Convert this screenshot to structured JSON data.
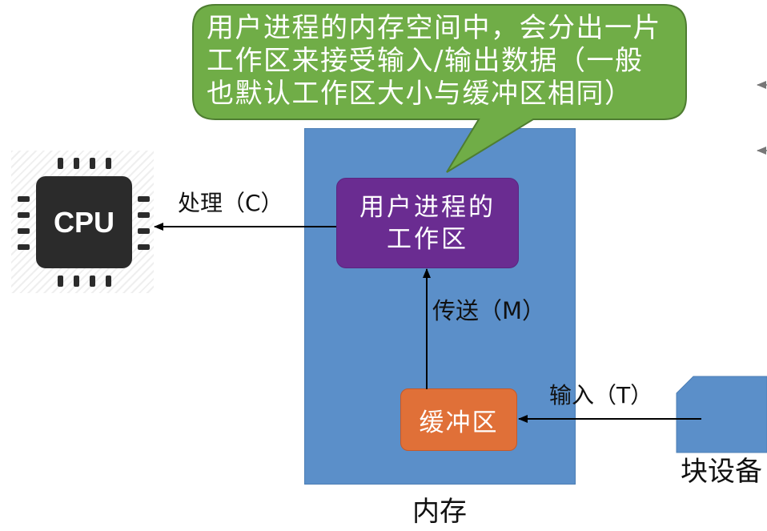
{
  "bubble": {
    "lines": [
      "用户进程的内存空间中，会分出一片",
      "工作区来接受输入/输出数据（一般",
      "也默认工作区大小与缓冲区相同）"
    ]
  },
  "cpu": {
    "label": "CPU"
  },
  "workspace": {
    "lines": [
      "用户进程的",
      "工作区"
    ]
  },
  "buffer": {
    "label": "缓冲区"
  },
  "memory": {
    "label": "内存"
  },
  "device": {
    "label": "块设备"
  },
  "arrows": {
    "process": "处理（C）",
    "transfer": "传送（M）",
    "input": "输入（T）"
  },
  "colors": {
    "bubble": "#70AD47",
    "bubble_border": "#4E7D31",
    "memory": "#5B8FC9",
    "workspace": "#6A2C91",
    "buffer": "#E07038",
    "chip": "#2B2B2B",
    "arrow": "#000000"
  }
}
